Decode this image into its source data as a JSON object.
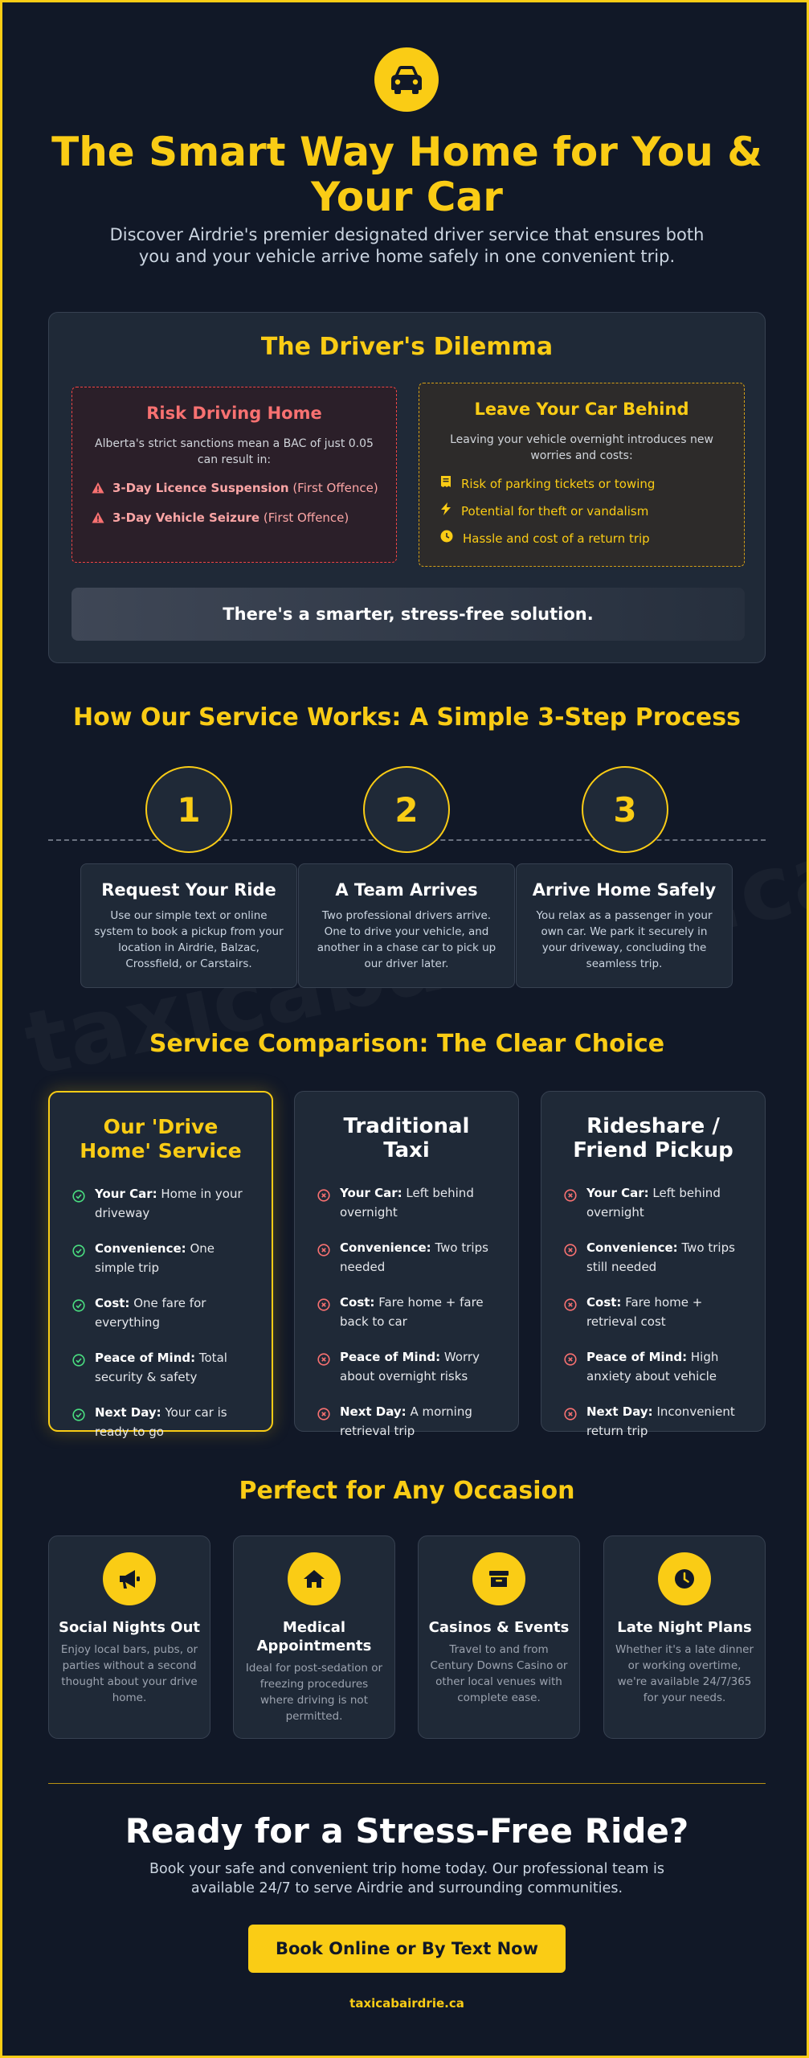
{
  "header": {
    "logo_icon": "car-icon",
    "title": "The Smart Way Home for You & Your Car",
    "subtitle": "Discover Airdrie's premier designated driver service that ensures both you and your vehicle arrive home safely in one convenient trip."
  },
  "watermark": "taxicabairdrie.ca",
  "dilemma": {
    "title": "The Driver's Dilemma",
    "risk": {
      "title": "Risk Driving Home",
      "text": "Alberta's strict sanctions mean a BAC of just 0.05 can result in:",
      "items": [
        {
          "strong": "3-Day Licence Suspension",
          "rest": " (First Offence)"
        },
        {
          "strong": "3-Day Vehicle Seizure",
          "rest": " (First Offence)"
        }
      ]
    },
    "leave": {
      "title": "Leave Your Car Behind",
      "text": "Leaving your vehicle overnight introduces new worries and costs:",
      "items": [
        "Risk of parking tickets or towing",
        "Potential for theft or vandalism",
        "Hassle and cost of a return trip"
      ]
    },
    "solution": "There's a smarter, stress-free solution."
  },
  "process": {
    "title": "How Our Service Works: A Simple 3-Step Process",
    "steps": [
      {
        "num": "1",
        "title": "Request Your Ride",
        "desc": "Use our simple text or online system to book a pickup from your location in Airdrie, Balzac, Crossfield, or Carstairs."
      },
      {
        "num": "2",
        "title": "A Team Arrives",
        "desc": "Two professional drivers arrive. One to drive your vehicle, and another in a chase car to pick up our driver later."
      },
      {
        "num": "3",
        "title": "Arrive Home Safely",
        "desc": "You relax as a passenger in your own car. We park it securely in your driveway, concluding the seamless trip."
      }
    ]
  },
  "comparison": {
    "title": "Service Comparison: The Clear Choice",
    "cards": [
      {
        "title": "Our 'Drive Home' Service",
        "items": [
          {
            "k": "Your Car:",
            "v": " Home in your driveway"
          },
          {
            "k": "Convenience:",
            "v": " One simple trip"
          },
          {
            "k": "Cost:",
            "v": " One fare for everything"
          },
          {
            "k": "Peace of Mind:",
            "v": " Total security & safety"
          },
          {
            "k": "Next Day:",
            "v": " Your car is ready to go"
          }
        ]
      },
      {
        "title": "Traditional Taxi",
        "items": [
          {
            "k": "Your Car:",
            "v": " Left behind overnight"
          },
          {
            "k": "Convenience:",
            "v": " Two trips needed"
          },
          {
            "k": "Cost:",
            "v": " Fare home + fare back to car"
          },
          {
            "k": "Peace of Mind:",
            "v": " Worry about overnight risks"
          },
          {
            "k": "Next Day:",
            "v": " A morning retrieval trip"
          }
        ]
      },
      {
        "title": "Rideshare / Friend Pickup",
        "items": [
          {
            "k": "Your Car:",
            "v": " Left behind overnight"
          },
          {
            "k": "Convenience:",
            "v": " Two trips still needed"
          },
          {
            "k": "Cost:",
            "v": " Fare home + retrieval cost"
          },
          {
            "k": "Peace of Mind:",
            "v": " High anxiety about vehicle"
          },
          {
            "k": "Next Day:",
            "v": " Inconvenient return trip"
          }
        ]
      }
    ]
  },
  "occasions": {
    "title": "Perfect for Any Occasion",
    "items": [
      {
        "icon": "megaphone-icon",
        "title": "Social Nights Out",
        "desc": "Enjoy local bars, pubs, or parties without a second thought about your drive home."
      },
      {
        "icon": "home-icon",
        "title": "Medical Appointments",
        "desc": "Ideal for post-sedation or freezing procedures where driving is not permitted."
      },
      {
        "icon": "archive-box-icon",
        "title": "Casinos & Events",
        "desc": "Travel to and from Century Downs Casino or other local venues with complete ease."
      },
      {
        "icon": "clock-icon",
        "title": "Late Night Plans",
        "desc": "Whether it's a late dinner or working overtime, we're available 24/7/365 for your needs."
      }
    ]
  },
  "cta": {
    "title": "Ready for a Stress-Free Ride?",
    "subtitle": "Book your safe and convenient trip home today. Our professional team is available 24/7 to serve Airdrie and surrounding communities.",
    "button": "Book Online or By Text Now",
    "site": "taxicabairdrie.ca"
  },
  "colors": {
    "accent": "#facc15",
    "background": "#111827",
    "card": "#1f2937",
    "danger": "#f87171",
    "success": "#4ade80"
  }
}
